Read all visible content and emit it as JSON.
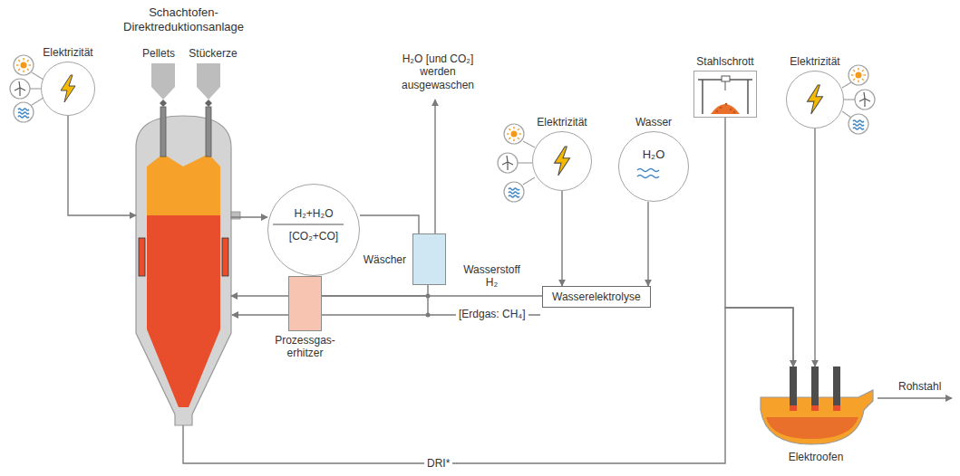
{
  "diagram": {
    "nodes": [
      {
        "text": [
          "Elektrizität"
        ]
      },
      {
        "text": [
          "Schachtofen- Direktreduktionsanlage",
          "Pellets",
          "Stückerze"
        ]
      },
      {
        "text": [
          "H₂+H₂O",
          "[CO₂+CO]"
        ]
      },
      {
        "text": [
          "Wäscher"
        ]
      },
      {
        "text": [
          "Prozessgas- erhitzer"
        ]
      },
      {
        "text": [
          "Elektrizität"
        ]
      },
      {
        "text": [
          "Wasser",
          "H₂O"
        ]
      },
      {
        "text": [
          "Wasserelektrolyse"
        ]
      },
      {
        "text": [
          "Stahlschrott"
        ]
      },
      {
        "text": [
          "Elektrizität"
        ]
      },
      {
        "text": [
          "Elektroofen"
        ]
      }
    ],
    "edges": [
      {
        "from": 0,
        "to": 1,
        "arrow": "to"
      },
      {
        "from": 1,
        "to": 2,
        "arrow": "to"
      },
      {
        "from": 2,
        "to": 3,
        "arrow": "none"
      },
      {
        "from": 3,
        "to": 4,
        "arrow": "none"
      },
      {
        "from": 4,
        "to": 1,
        "arrow": "to"
      },
      {
        "from": 7,
        "to": 4,
        "label": "Wasserstoff H₂",
        "arrow": "none"
      },
      {
        "from": 5,
        "to": 7,
        "arrow": "to"
      },
      {
        "from": 6,
        "to": 7,
        "arrow": "to"
      },
      {
        "from": 1,
        "to": 10,
        "label": "DRI*",
        "arrow": "to"
      },
      {
        "from": 8,
        "to": 10,
        "arrow": "to"
      },
      {
        "from": 9,
        "to": 10,
        "arrow": "to"
      }
    ],
    "labels": [
      "H₂O [und CO₂] werden ausgewaschen",
      "[Erdgas: CH₄]",
      "Rohstahl"
    ]
  }
}
